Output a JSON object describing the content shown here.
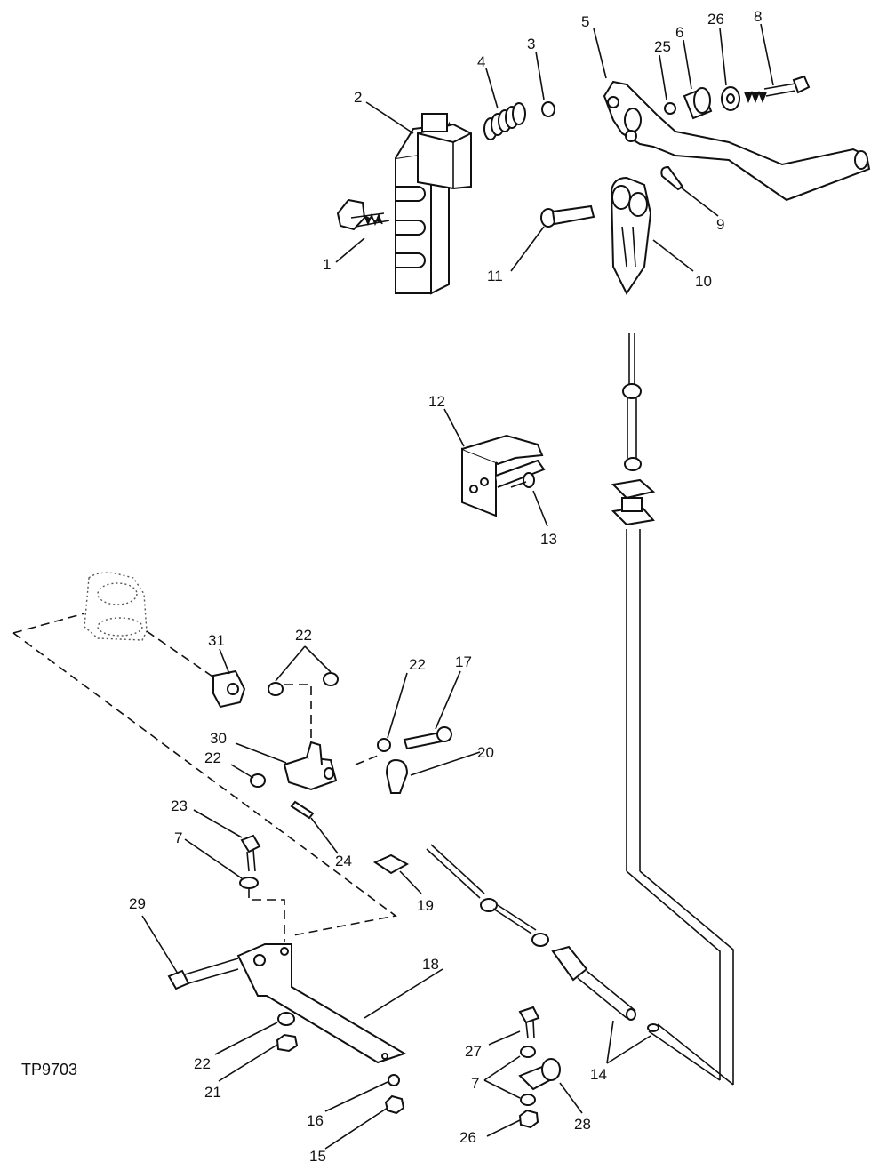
{
  "figure_ref": "TP9703",
  "callouts": [
    {
      "id": "c1",
      "text": "1"
    },
    {
      "id": "c2",
      "text": "2"
    },
    {
      "id": "c3",
      "text": "3"
    },
    {
      "id": "c4",
      "text": "4"
    },
    {
      "id": "c5",
      "text": "5"
    },
    {
      "id": "c25",
      "text": "25"
    },
    {
      "id": "c6",
      "text": "6"
    },
    {
      "id": "c26a",
      "text": "26"
    },
    {
      "id": "c8",
      "text": "8"
    },
    {
      "id": "c9",
      "text": "9"
    },
    {
      "id": "c10",
      "text": "10"
    },
    {
      "id": "c11",
      "text": "11"
    },
    {
      "id": "c12",
      "text": "12"
    },
    {
      "id": "c13",
      "text": "13"
    },
    {
      "id": "c31",
      "text": "31"
    },
    {
      "id": "c22a",
      "text": "22"
    },
    {
      "id": "c22b",
      "text": "22"
    },
    {
      "id": "c17",
      "text": "17"
    },
    {
      "id": "c30",
      "text": "30"
    },
    {
      "id": "c22c",
      "text": "22"
    },
    {
      "id": "c20",
      "text": "20"
    },
    {
      "id": "c23",
      "text": "23"
    },
    {
      "id": "c7a",
      "text": "7"
    },
    {
      "id": "c24",
      "text": "24"
    },
    {
      "id": "c19",
      "text": "19"
    },
    {
      "id": "c29",
      "text": "29"
    },
    {
      "id": "c18",
      "text": "18"
    },
    {
      "id": "c22d",
      "text": "22"
    },
    {
      "id": "c21",
      "text": "21"
    },
    {
      "id": "c16",
      "text": "16"
    },
    {
      "id": "c15",
      "text": "15"
    },
    {
      "id": "c27",
      "text": "27"
    },
    {
      "id": "c7b",
      "text": "7"
    },
    {
      "id": "c28",
      "text": "28"
    },
    {
      "id": "c26b",
      "text": "26"
    },
    {
      "id": "c14",
      "text": "14"
    }
  ]
}
